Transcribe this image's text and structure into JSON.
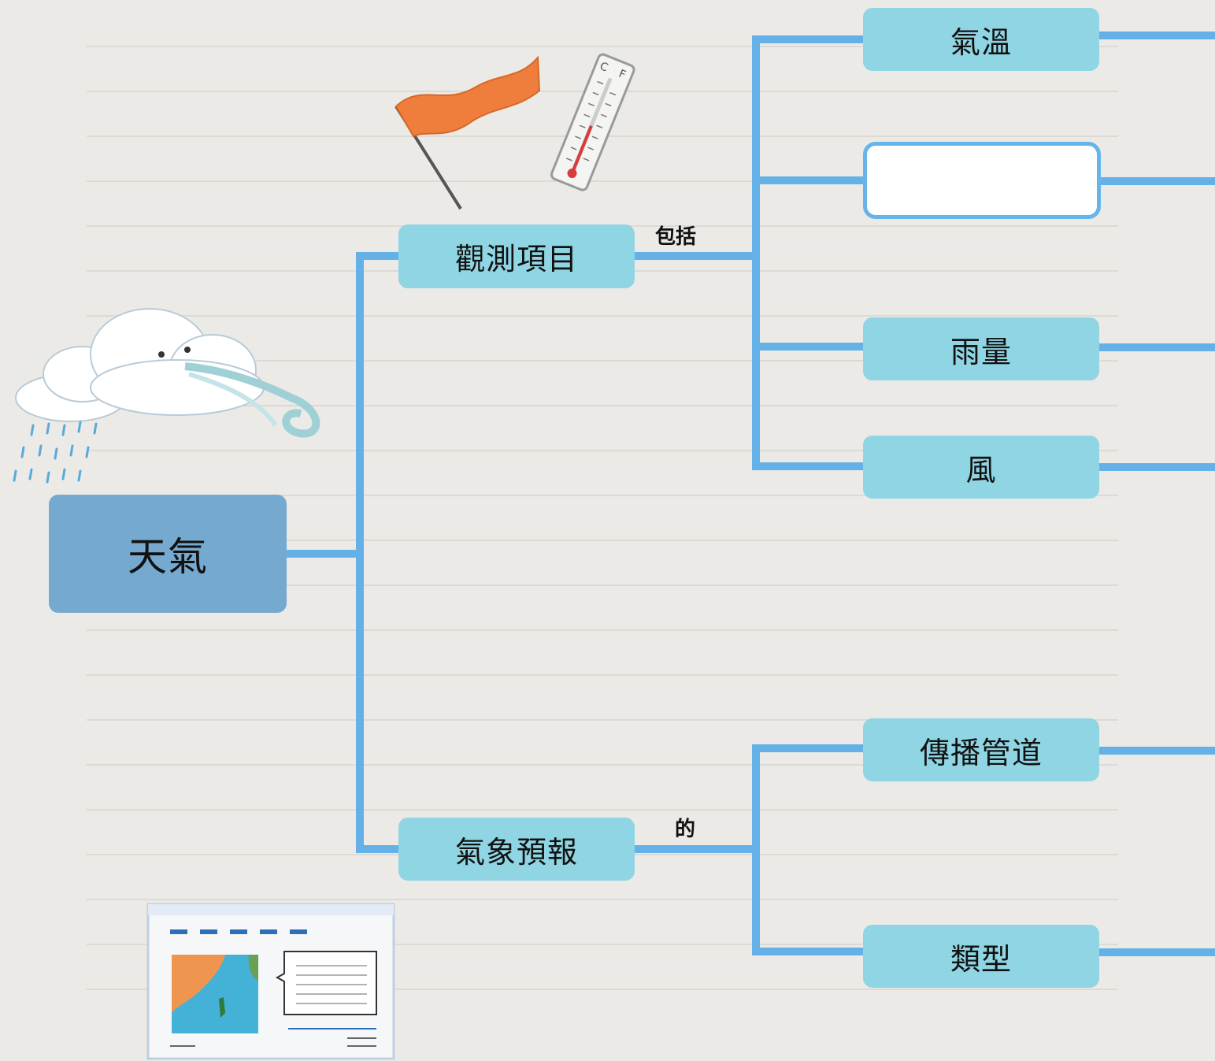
{
  "root": {
    "label": "天氣"
  },
  "branches": [
    {
      "label": "觀測項目",
      "connector": "包括",
      "children": [
        "氣溫",
        "",
        "雨量",
        "風"
      ]
    },
    {
      "label": "氣象預報",
      "connector": "的",
      "children": [
        "傳播管道",
        "類型"
      ]
    }
  ],
  "colors": {
    "root_fill": "#76a9cf",
    "node_fill": "#8fd5e3",
    "line": "#63b1e6",
    "blank_fill": "#ffffff",
    "background": "#eceae6"
  },
  "illustrations": {
    "cloud": "cloud-blowing-wind-with-rain-illustration",
    "flag": "wind-flag-illustration",
    "thermometer": "thermometer-illustration",
    "forecast": "weather-map-forecast-screen-illustration"
  }
}
